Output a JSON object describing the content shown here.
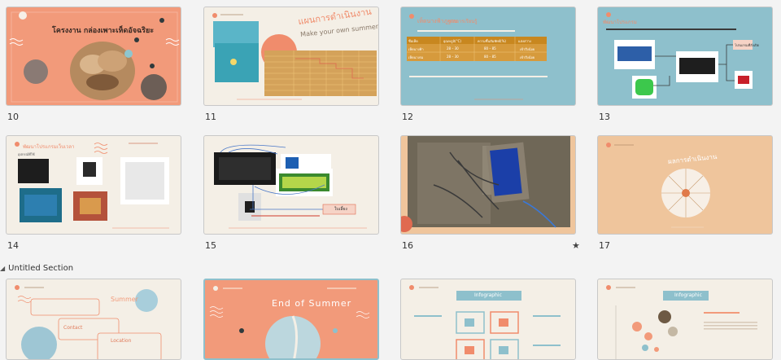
{
  "slides": [
    {
      "num": "10",
      "title": "โครงงาน กล่องเพาะเห็ดอัจฉริยะ"
    },
    {
      "num": "11",
      "title": "แผนการดำเนินงาน",
      "subtitle": "Make your own summer"
    },
    {
      "num": "12",
      "title": "เห็ดนางฟ้าภูฐาน",
      "header_small": "ผลการเรียนรู้",
      "table_headers": [
        "ชื่อเห็ด",
        "อุณหภูมิ(°C)",
        "ความชื้นสัมพัทธ์(%)",
        "แสงสว่าง"
      ],
      "table_rows": [
        [
          "เห็ดนางฟ้า",
          "28 – 30",
          "80 – 85",
          "เข้าถึงน้อย"
        ],
        [
          "เห็ดนางรม",
          "28 – 30",
          "80 – 85",
          "เข้าถึงน้อย"
        ]
      ]
    },
    {
      "num": "13",
      "title": "พัฒนาโปรแกรม",
      "label_on": "โปรแกรมที่สั่งเปิด"
    },
    {
      "num": "14",
      "title": "พัฒนาโปรแกรมเว็บเวลา",
      "subtitle": "อุปกรณ์ที่ใช้"
    },
    {
      "num": "15",
      "label": "ใบเลี้ยง"
    },
    {
      "num": "16",
      "starred": "★"
    },
    {
      "num": "17",
      "title": "ผลการดำเนินงาน"
    }
  ],
  "section": {
    "label": "Untitled Section"
  },
  "section_slides": [
    {
      "title": "Summer",
      "contact": "Contact",
      "location": "Location"
    },
    {
      "title": "End of Summer"
    },
    {
      "title": "Infographic"
    },
    {
      "title": "Infographic"
    }
  ]
}
